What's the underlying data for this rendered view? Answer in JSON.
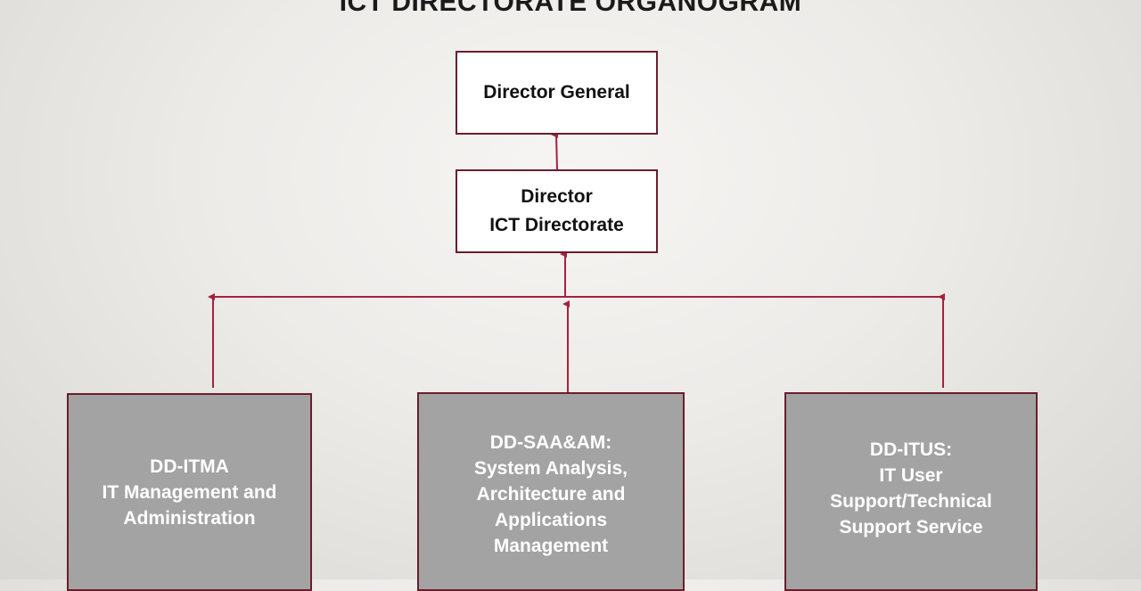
{
  "title": "ICT DIRECTORATE ORGANOGRAM",
  "nodes": {
    "director_general": {
      "lines": [
        "Director General"
      ]
    },
    "director_ict": {
      "lines": [
        "Director",
        "ICT Directorate"
      ]
    },
    "dd_itma": {
      "lines": [
        "DD-ITMA",
        "IT Management and",
        "Administration"
      ]
    },
    "dd_saa_am": {
      "lines": [
        "DD-SAA&AM:",
        "System Analysis,",
        "Architecture and",
        "Applications",
        "Management"
      ]
    },
    "dd_itus": {
      "lines": [
        "DD-ITUS:",
        "IT User",
        "Support/Technical",
        "Support Service"
      ]
    }
  },
  "colors": {
    "connector": "#a3223f",
    "box_border": "#6a1e2e",
    "grey_box_fill": "#a3a3a3"
  }
}
